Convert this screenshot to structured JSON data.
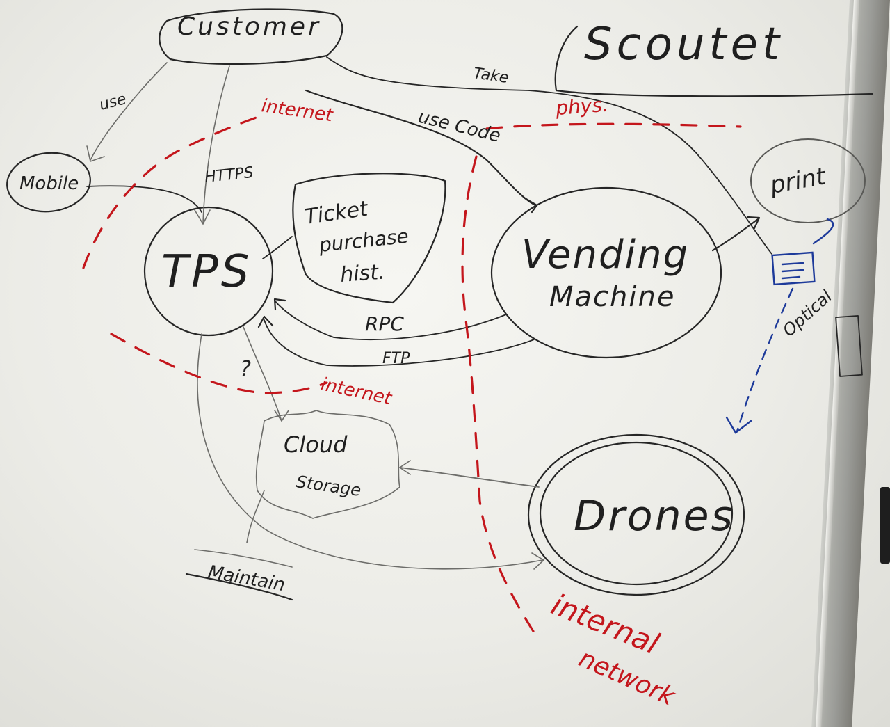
{
  "labels": {
    "customer": "Customer",
    "scoutet": "Scoutet",
    "take": "Take",
    "use_left": "use",
    "use_code": "use Code",
    "internet_top": "internet",
    "phys": "phys.",
    "mobile": "Mobile",
    "https": "HTTPS",
    "tps": "TPS",
    "ticket_line1": "Ticket",
    "ticket_line2": "purchase",
    "ticket_line3": "hist.",
    "vending_line1": "Vending",
    "vending_line2": "Machine",
    "print": "print",
    "optical": "Optical",
    "rpc": "RPC",
    "ftp": "FTP",
    "question": "?",
    "internet_mid": "internet",
    "cloud_line1": "Cloud",
    "cloud_line2": "Storage",
    "drones": "Drones",
    "maintain": "Maintain",
    "internal_line1": "internal",
    "internal_line2": "network"
  },
  "colors": {
    "ink": "#1f1f1f",
    "red_marker": "#c4161c",
    "blue_marker": "#1d3a9a"
  }
}
